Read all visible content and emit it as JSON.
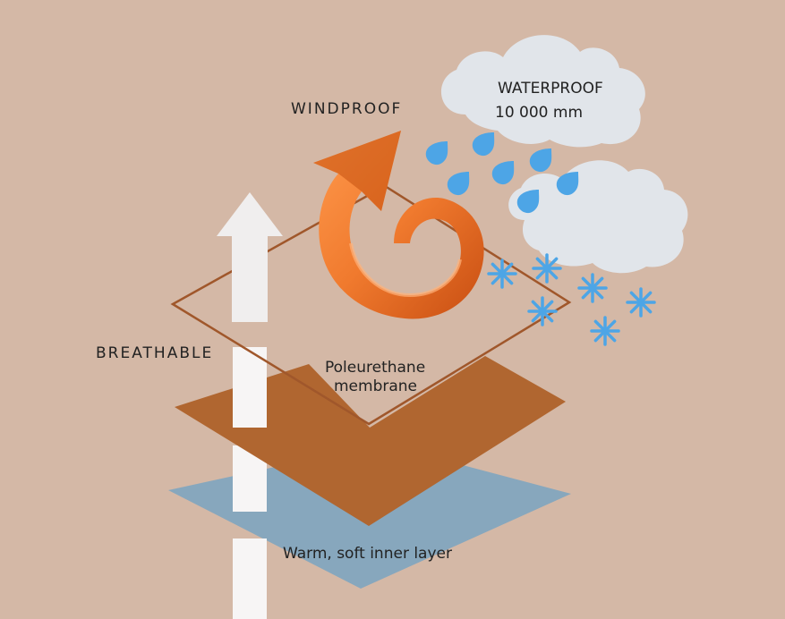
{
  "labels": {
    "windproof": "WINDPROOF",
    "waterproof": "WATERPROOF",
    "waterproof_rating": "10 000 mm",
    "breathable": "BREATHABLE",
    "membrane_line1": "Poleurethane",
    "membrane_line2": "membrane",
    "inner_layer": "Warm, soft inner layer"
  },
  "colors": {
    "background": "#d4b8a6",
    "membrane": "#b06630",
    "inner_layer": "#87a7bd",
    "outer_outline": "#a0572b",
    "arrow": "#f0eeee",
    "cloud": "#e1e5ea",
    "raindrop": "#4da5e6",
    "snowflake": "#4da5e6",
    "wind_swirl": "#f07a2e"
  },
  "icons": [
    "cloud-icon",
    "raindrop-icon",
    "snowflake-icon",
    "wind-swirl-icon",
    "up-arrow-icon"
  ]
}
